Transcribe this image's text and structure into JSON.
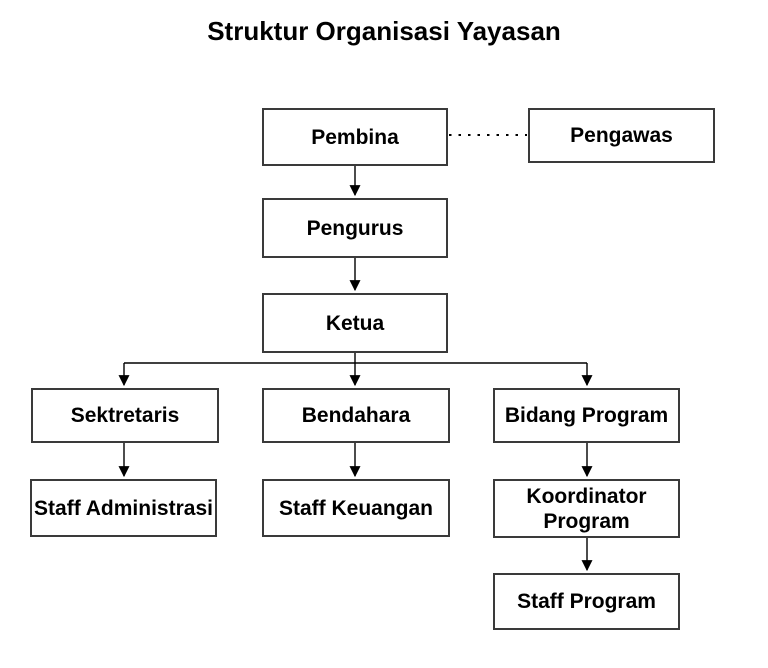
{
  "title": "Struktur Organisasi Yayasan",
  "diagram": {
    "type": "org-chart",
    "nodes": [
      {
        "id": "pembina",
        "label": "Pembina"
      },
      {
        "id": "pengawas",
        "label": "Pengawas"
      },
      {
        "id": "pengurus",
        "label": "Pengurus"
      },
      {
        "id": "ketua",
        "label": "Ketua"
      },
      {
        "id": "sektretaris",
        "label": "Sektretaris"
      },
      {
        "id": "bendahara",
        "label": "Bendahara"
      },
      {
        "id": "bidang_program",
        "label": "Bidang Program"
      },
      {
        "id": "staff_administrasi",
        "label": "Staff Administrasi"
      },
      {
        "id": "staff_keuangan",
        "label": "Staff Keuangan"
      },
      {
        "id": "koordinator_program",
        "label": "Koordinator Program"
      },
      {
        "id": "staff_program",
        "label": "Staff Program"
      }
    ],
    "edges": [
      {
        "from": "pembina",
        "to": "pengawas",
        "style": "dotted",
        "arrow": false
      },
      {
        "from": "pembina",
        "to": "pengurus",
        "style": "solid",
        "arrow": true
      },
      {
        "from": "pengurus",
        "to": "ketua",
        "style": "solid",
        "arrow": true
      },
      {
        "from": "ketua",
        "to": "sektretaris",
        "style": "solid",
        "arrow": true
      },
      {
        "from": "ketua",
        "to": "bendahara",
        "style": "solid",
        "arrow": true
      },
      {
        "from": "ketua",
        "to": "bidang_program",
        "style": "solid",
        "arrow": true
      },
      {
        "from": "sektretaris",
        "to": "staff_administrasi",
        "style": "solid",
        "arrow": true
      },
      {
        "from": "bendahara",
        "to": "staff_keuangan",
        "style": "solid",
        "arrow": true
      },
      {
        "from": "bidang_program",
        "to": "koordinator_program",
        "style": "solid",
        "arrow": true
      },
      {
        "from": "koordinator_program",
        "to": "staff_program",
        "style": "solid",
        "arrow": true
      }
    ]
  },
  "colors": {
    "background": "#ffffff",
    "box_fill": "#ffffff",
    "box_border": "#3a3a3a",
    "line": "#000000",
    "text": "#000000"
  }
}
